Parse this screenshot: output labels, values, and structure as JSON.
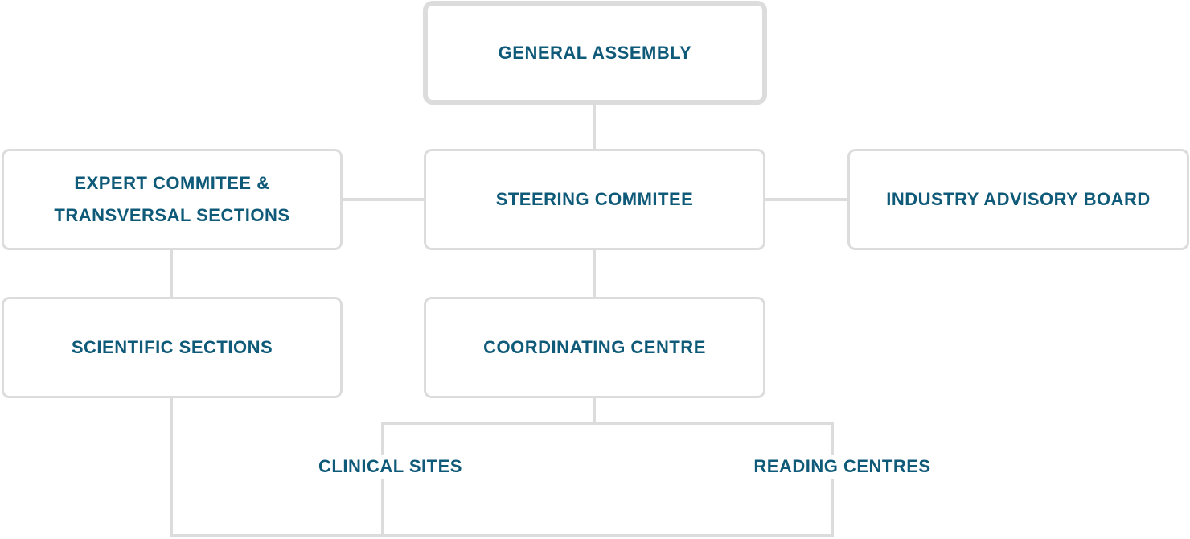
{
  "org_chart": {
    "general_assembly": "GENERAL ASSEMBLY",
    "expert_committee": {
      "line1": "EXPERT COMMITEE &",
      "line2": "TRANSVERSAL SECTIONS"
    },
    "steering_committee": "STEERING COMMITEE",
    "industry_advisory_board": "INDUSTRY ADVISORY BOARD",
    "scientific_sections": "SCIENTIFIC SECTIONS",
    "coordinating_centre": "COORDINATING CENTRE",
    "clinical_sites": "CLINICAL SITES",
    "reading_centres": "READING CENTRES"
  },
  "colors": {
    "text": "#0f5a78",
    "border": "#dcdcdc",
    "background": "#ffffff"
  }
}
